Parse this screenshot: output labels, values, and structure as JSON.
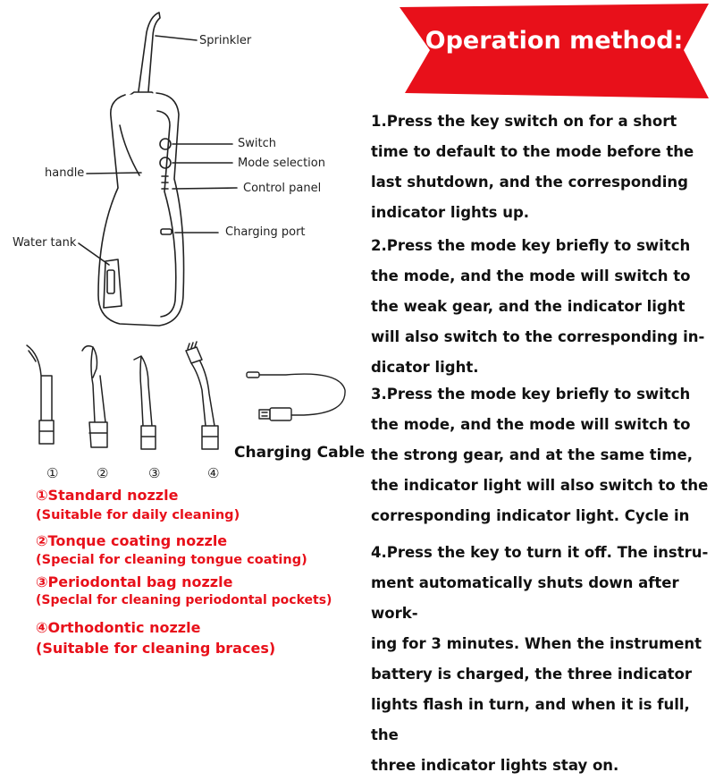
{
  "device": {
    "sprinkler_label": "Sprinkler",
    "switch_label": "Switch",
    "mode_selection_label": "Mode selection",
    "control_panel_label": "Control panel",
    "handle_label": "handle",
    "charging_port_label": "Charging port",
    "water_tank_label": "Water tank"
  },
  "nozzles": {
    "numbers": [
      "①",
      "②",
      "③",
      "④"
    ],
    "charging_cable_label": "Charging Cable"
  },
  "legend": [
    {
      "name": "①Standard nozzle",
      "desc": "(Suitable for daily cleaning)"
    },
    {
      "name": "②Tonque coating nozzle",
      "desc": "(Special for cleaning tongue coating)"
    },
    {
      "name": "③Periodontal bag nozzle",
      "desc": "(Speclal for cleaning periodontal pockets)"
    },
    {
      "name": "④Orthodontic nozzle",
      "desc": "(Suitable for cleaning braces)"
    }
  ],
  "banner": {
    "title": "Operation method:",
    "color": "#e8101a"
  },
  "steps": [
    {
      "lines": [
        "1.Press the key switch on for a short",
        "time to default to the mode before the",
        "last shutdown, and the corresponding",
        "indicator lights up."
      ]
    },
    {
      "lines": [
        "2.Press the mode key briefly to switch",
        "the mode, and the mode will switch to",
        "the weak gear, and the indicator light",
        "will also switch to the corresponding in-",
        "dicator light."
      ]
    },
    {
      "lines": [
        "3.Press the mode key briefly to switch",
        "the mode, and the mode will switch to",
        "the strong gear, and at the same time,",
        "the indicator light will also switch to the",
        "corresponding indicator light. Cycle in"
      ]
    },
    {
      "lines": [
        "4.Press the key to turn it off. The instru-",
        "ment automatically shuts down after work-",
        "ing for 3 minutes. When the instrument",
        "battery is charged, the three indicator",
        "lights flash in turn, and when it is full, the",
        "three indicator lights stay on."
      ]
    }
  ]
}
